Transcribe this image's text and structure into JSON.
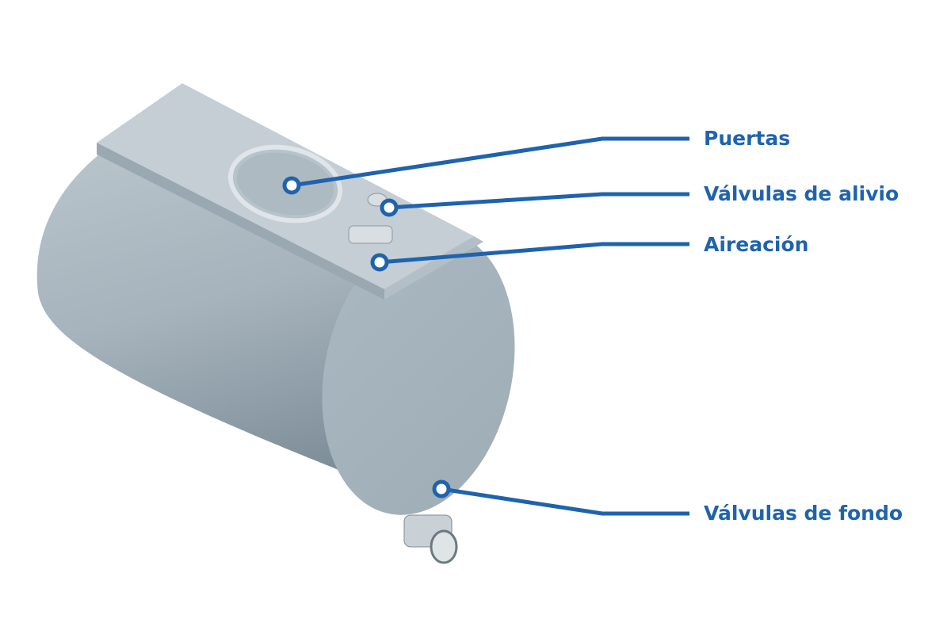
{
  "labels": {
    "doors": "Puertas",
    "relief_valves": "Válvulas de alivio",
    "aeration": "Aireación",
    "bottom_valves": "Válvulas de fondo"
  },
  "colors": {
    "accent": "#1f63ad",
    "tank_body": "#a9b6bf",
    "tank_end": "#a3b2bb",
    "tank_top": "#c3cdd3"
  }
}
